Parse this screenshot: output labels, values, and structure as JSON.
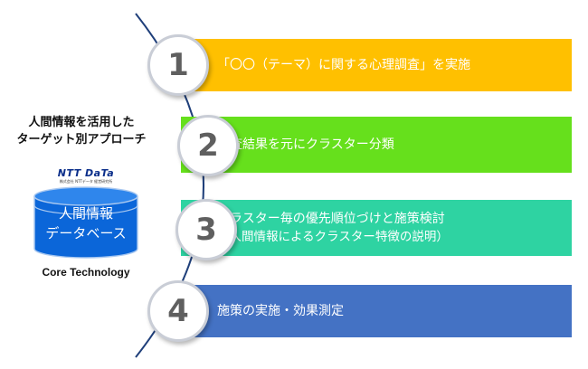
{
  "left_panel": {
    "heading_line1": "人間情報を活用した",
    "heading_line2": "ターゲット別アプローチ",
    "brand_logo": "NTT DaTa",
    "brand_subtitle": "株式会社 NTTデータ 経営研究所",
    "database_line1": "人間情報",
    "database_line2": "データベース",
    "core_label": "Core Technology"
  },
  "steps": [
    {
      "number": "1",
      "text": "「〇〇（テーマ）に関する心理調査」を実施",
      "color": "#ffc000"
    },
    {
      "number": "2",
      "text": "調査結果を元にクラスター分類",
      "color": "#66e01c"
    },
    {
      "number": "3",
      "text": "クラスター毎の優先順位づけと施策検討",
      "subtext": "（人間情報によるクラスター特徴の説明）",
      "color": "#2ed3a2"
    },
    {
      "number": "4",
      "text": "施策の実施・効果測定",
      "color": "#4472c4"
    }
  ],
  "colors": {
    "database": "#0b66d9",
    "circle_border": "#c9cdd6",
    "step_number": "#5f5f5f"
  }
}
